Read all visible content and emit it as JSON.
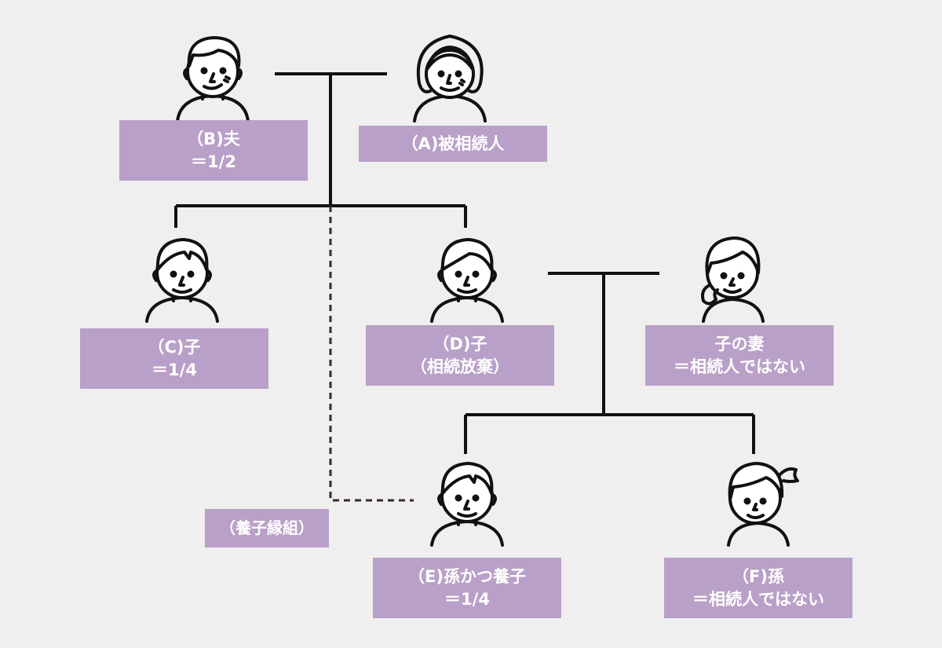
{
  "colors": {
    "label_bg": "#b9a0c8",
    "label_text": "#ffffff",
    "line": "#111111",
    "adoption_line": "#3a2a2a",
    "background": "#efefef"
  },
  "people": {
    "a": {
      "icon": "older-woman-icon",
      "line1": "（A)被相続人"
    },
    "b": {
      "icon": "older-man-icon",
      "line1": "（B)夫",
      "line2": "＝1/2"
    },
    "c": {
      "icon": "man-icon",
      "line1": "（C)子",
      "line2": "＝1/4"
    },
    "d": {
      "icon": "man-icon",
      "line1": "（D)子",
      "line2": "（相続放棄）"
    },
    "wife": {
      "icon": "woman-icon",
      "line1": "子の妻",
      "line2": "＝相続人ではない"
    },
    "e": {
      "icon": "boy-icon",
      "line1": "（E)孫かつ養子",
      "line2": "＝1/4"
    },
    "f": {
      "icon": "girl-icon",
      "line1": "（F)孫",
      "line2": "＝相続人ではない"
    }
  },
  "adoption": {
    "label": "（養子縁組）"
  }
}
